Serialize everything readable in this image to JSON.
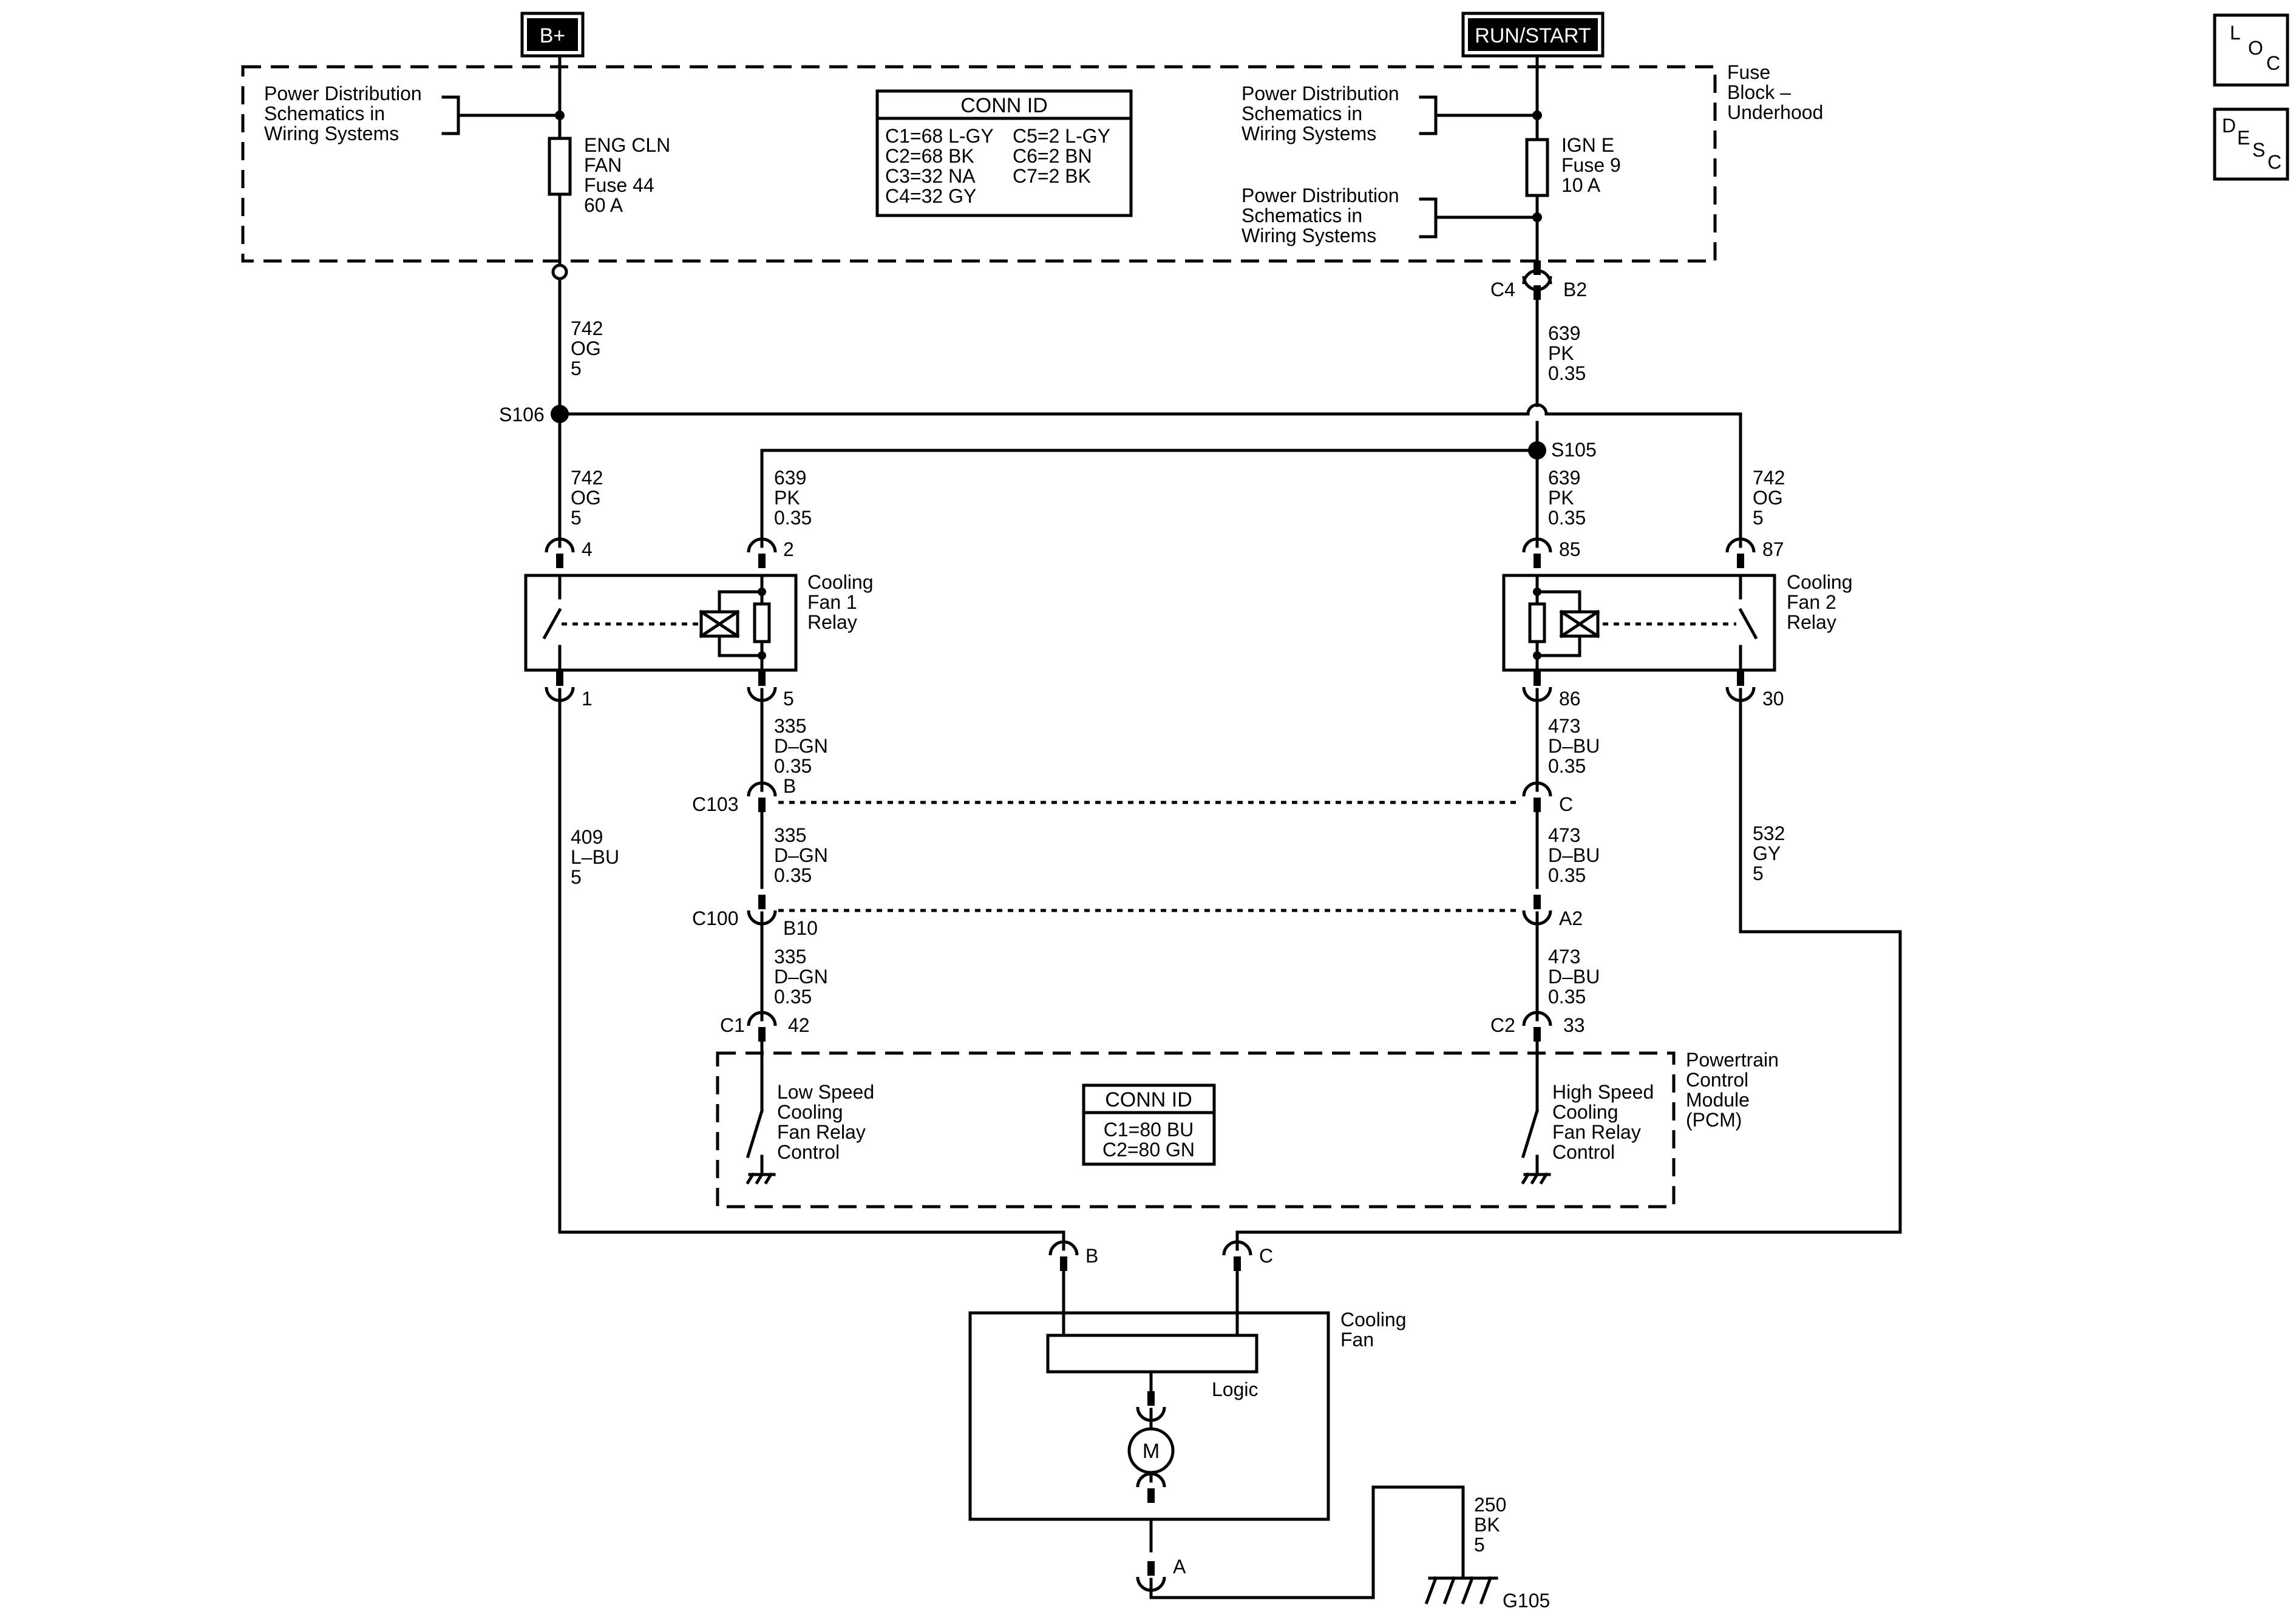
{
  "power_labels": {
    "battery": "B+",
    "run_start": "RUN/START"
  },
  "fuse_block": {
    "name_1": "Fuse",
    "name_2": "Block –",
    "name_3": "Underhood"
  },
  "power_dist_ref": {
    "line1": "Power Distribution",
    "line2": "Schematics in",
    "line3": "Wiring  Systems"
  },
  "fuse_44": {
    "line1": "ENG CLN",
    "line2": "FAN",
    "line3": "Fuse 44",
    "line4": "60 A"
  },
  "fuse_9": {
    "line1": "IGN E",
    "line2": "Fuse 9",
    "line3": "10 A"
  },
  "conn_id_fuse_block": {
    "title": "CONN ID",
    "left": [
      "C1=68 L-GY",
      "C2=68 BK",
      "C3=32 NA",
      "C4=32 GY"
    ],
    "right": [
      "C5=2 L-GY",
      "C6=2 BN",
      "C7=2 BK"
    ]
  },
  "conn_id_pcm": {
    "title": "CONN ID",
    "rows": [
      "C1=80 BU",
      "C2=80 GN"
    ]
  },
  "splices": {
    "s106": "S106",
    "s105": "S105"
  },
  "wires": {
    "w742_top": [
      "742",
      "OG",
      "5"
    ],
    "w639_top": [
      "639",
      "PK",
      "0.35"
    ],
    "w742_relay1": [
      "742",
      "OG",
      "5"
    ],
    "w639_relay1": [
      "639",
      "PK",
      "0.35"
    ],
    "w639_relay2": [
      "639",
      "PK",
      "0.35"
    ],
    "w742_relay2": [
      "742",
      "OG",
      "5"
    ],
    "w335_a": [
      "335",
      "D–GN",
      "0.35"
    ],
    "w335_b": [
      "335",
      "D–GN",
      "0.35"
    ],
    "w335_c": [
      "335",
      "D–GN",
      "0.35"
    ],
    "w473_a": [
      "473",
      "D–BU",
      "0.35"
    ],
    "w473_b": [
      "473",
      "D–BU",
      "0.35"
    ],
    "w473_c": [
      "473",
      "D–BU",
      "0.35"
    ],
    "w409": [
      "409",
      "L–BU",
      "5"
    ],
    "w532": [
      "532",
      "GY",
      "5"
    ],
    "w250": [
      "250",
      "BK",
      "5"
    ]
  },
  "connectors": {
    "c4": "C4",
    "b2": "B2",
    "relay1_pin4": "4",
    "relay1_pin2": "2",
    "relay1_pin1": "1",
    "relay1_pin5": "5",
    "relay2_pin85": "85",
    "relay2_pin87": "87",
    "relay2_pin86": "86",
    "relay2_pin30": "30",
    "c103": "C103",
    "c103_b": "B",
    "c103_c": "C",
    "c100": "C100",
    "c100_b10": "B10",
    "c100_a2": "A2",
    "c1": "C1",
    "c1_pin": "42",
    "c2": "C2",
    "c2_pin": "33",
    "fan_b": "B",
    "fan_c": "C",
    "fan_a": "A",
    "ground": "G105"
  },
  "relays": {
    "fan1": [
      "Cooling",
      "Fan 1",
      "Relay"
    ],
    "fan2": [
      "Cooling",
      "Fan 2",
      "Relay"
    ]
  },
  "pcm": {
    "name": [
      "Powertrain",
      "Control",
      "Module",
      "(PCM)"
    ],
    "low": [
      "Low Speed",
      "Cooling",
      "Fan Relay",
      "Control"
    ],
    "high": [
      "High Speed",
      "Cooling",
      "Fan Relay",
      "Control"
    ]
  },
  "cooling_fan": {
    "name": [
      "Cooling",
      "Fan"
    ],
    "logic": "Logic",
    "motor": "M"
  },
  "side_icons": {
    "loc": {
      "l": "L",
      "o": "O",
      "c": "C"
    },
    "desc": {
      "d": "D",
      "e": "E",
      "s": "S",
      "c": "C"
    }
  }
}
